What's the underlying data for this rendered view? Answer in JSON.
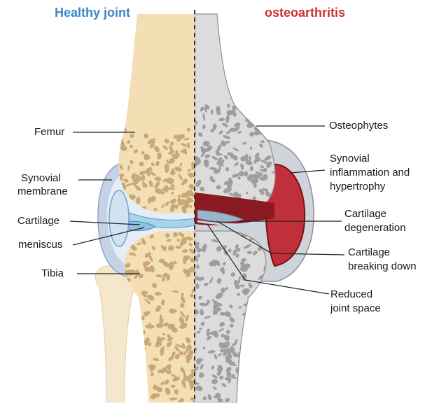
{
  "titles": {
    "healthy": "Healthy joint",
    "oa": "osteoarthritis",
    "healthy_color": "#3a86c8",
    "oa_color": "#cc2f36"
  },
  "labels": {
    "femur": "Femur",
    "synovial_membrane_1": "Synovial",
    "synovial_membrane_2": "membrane",
    "cartilage": "Cartilage",
    "meniscus": "meniscus",
    "tibia": "Tibia",
    "osteophytes": "Osteophytes",
    "synovial_inflammation_1": "Synovial",
    "synovial_inflammation_2": "inflammation and",
    "synovial_inflammation_3": "hypertrophy",
    "cartilage_degeneration_1": "Cartilage",
    "cartilage_degeneration_2": "degeneration",
    "cartilage_breaking_1": "Cartilage",
    "cartilage_breaking_2": "breaking down",
    "reduced_space_1": "Reduced",
    "reduced_space_2": "joint space"
  },
  "colors": {
    "healthy_bone": "#f3dfb3",
    "healthy_pore": "#c9a877",
    "oa_bone": "#dcdcdc",
    "oa_pore": "#9e9e9e",
    "capsule_healthy": "#bccfe4",
    "fluid_healthy": "#ddebf7",
    "cartilage_healthy": "#a8d4ea",
    "inflammation": "#c0303a",
    "inflammation_dark": "#7a1018"
  }
}
